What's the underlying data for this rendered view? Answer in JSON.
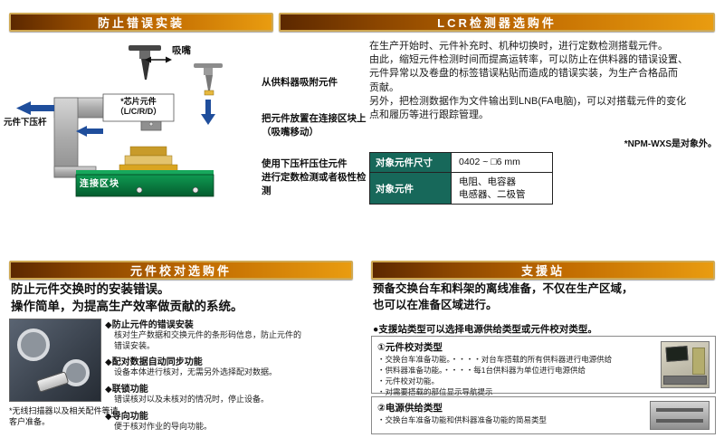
{
  "colors": {
    "banner_border": "#cfa954",
    "banner_dark": "#5c2800",
    "banner_light": "#e99c10",
    "table_header_bg": "#17685a",
    "arrow_blue": "#1f4e9c",
    "block_green": "#0d8a48"
  },
  "prevent": {
    "header": "防止错误实装",
    "diagram": {
      "nozzle_label": "吸嘴",
      "chip_label": "*芯片元件\n（L/C/R/D）",
      "lever_label": "元件下压杆",
      "block_label": "连接区块"
    },
    "steps": [
      "从供料器吸附元件",
      "把元件放置在连接区块上\n（吸嘴移动）",
      "使用下压杆压住元件\n进行定数检测或者极性检测"
    ]
  },
  "lcr": {
    "header": "LCR检测器选购件",
    "paragraph": "在生产开始时、元件补充时、机种切换时，进行定数检测搭载元件。\n由此，缩短元件检测时间而提高运转率，可以防止在供料器的错误设置、\n元件异常以及卷盘的标签错误粘贴而造成的错误实装，为生产合格品而\n贡献。\n另外，把检测数据作为文件输出到LNB(FA电脑)，可以对搭载元件的变化\n点和履历等进行跟踪管理。",
    "note": "*NPM-WXS是对象外。",
    "table": {
      "rows": [
        {
          "label": "对象元件尺寸",
          "value": "0402 ~ □6 mm"
        },
        {
          "label": "对象元件",
          "value": "电阻、电容器\n电感器、二极管"
        }
      ]
    }
  },
  "verify": {
    "header": "元件校对选购件",
    "intro": "防止元件交换时的安装错误。\n操作简单，为提高生产效率做贡献的系统。",
    "features": [
      {
        "title": "◆防止元件的错误安装",
        "desc": "核对生产数据和交换元件的条形码信息，防止元件的\n错误安装。"
      },
      {
        "title": "◆配对数据自动同步功能",
        "desc": "设备本体进行核对，无需另外选择配对数据。"
      },
      {
        "title": "◆联锁功能",
        "desc": "错误核对以及未核对的情况时，停止设备。"
      },
      {
        "title": "◆导向功能",
        "desc": "便于核对作业的导向功能。"
      }
    ],
    "note": "*无线扫描器以及相关配件等请\n客户准备。"
  },
  "support": {
    "header": "支援站",
    "intro": "预备交换台车和料架的离线准备，不仅在生产区域，\n也可以在准备区域进行。",
    "bullet": "●支援站类型可以选择电源供给类型或元件校对类型。",
    "boxes": [
      {
        "num": "①",
        "title": "元件校对类型",
        "lines": "・交换台车准备功能。・・・・对台车搭载的所有供料器进行电源供给\n・供料器准备功能。・・・・每1台供料器为单位进行电源供给\n・元件校对功能。\n・对需要搭载的部位显示导航提示"
      },
      {
        "num": "②",
        "title": "电源供给类型",
        "lines": "・交换台车准备功能和供料器准备功能的简易类型"
      }
    ]
  }
}
